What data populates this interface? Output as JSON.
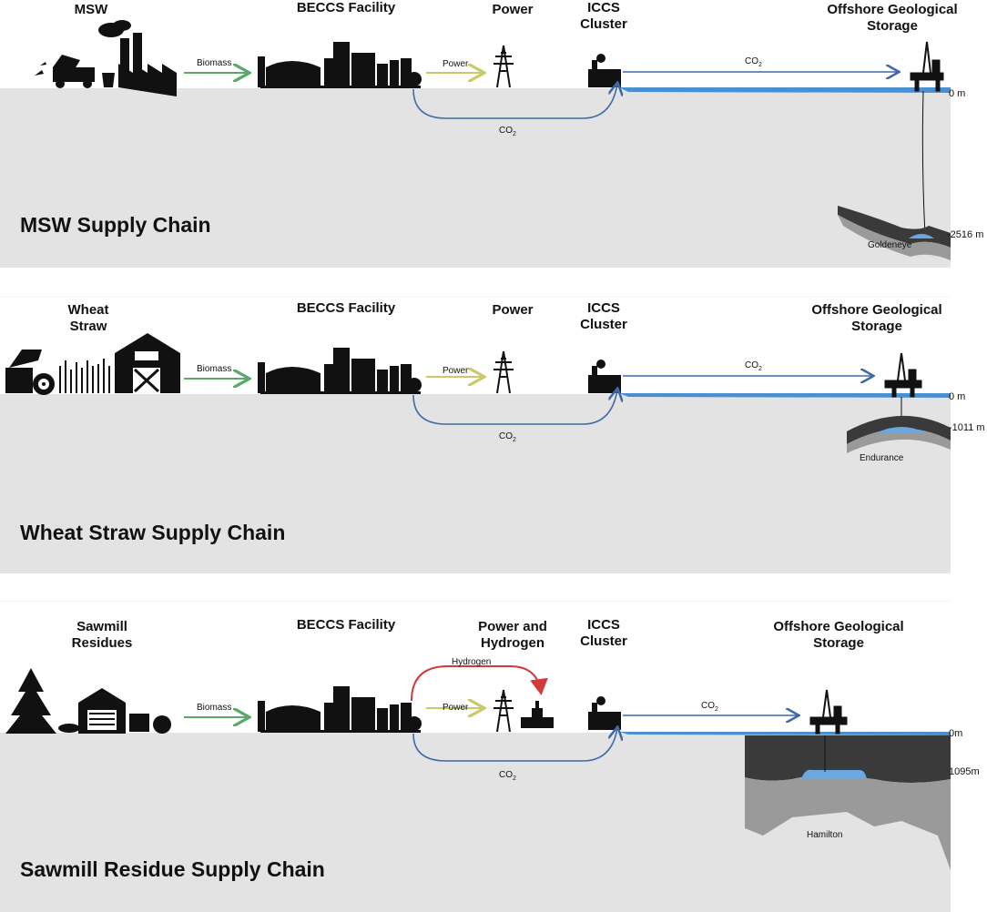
{
  "panels": [
    {
      "id": "msw",
      "source_label": "MSW",
      "beccs_label": "BECCS Facility",
      "output_label": "Power",
      "iccs_label": "ICCS Cluster",
      "storage_label": "Offshore Geological Storage",
      "arrow_biomass": "Biomass",
      "arrow_power": "Power",
      "co2_label": "CO",
      "co2_sub": "2",
      "surface_depth": "0 m",
      "reservoir_depth": "-2516 m",
      "reservoir_name": "Goldeneye",
      "chain_title": "MSW Supply Chain"
    },
    {
      "id": "wheat",
      "source_label": "Wheat Straw",
      "beccs_label": "BECCS Facility",
      "output_label": "Power",
      "iccs_label": "ICCS Cluster",
      "storage_label": "Offshore Geological Storage",
      "arrow_biomass": "Biomass",
      "arrow_power": "Power",
      "co2_label": "CO",
      "co2_sub": "2",
      "surface_depth": "0 m",
      "reservoir_depth": "-1011 m",
      "reservoir_name": "Endurance",
      "chain_title": "Wheat Straw Supply Chain"
    },
    {
      "id": "sawmill",
      "source_label": "Sawmill Residues",
      "beccs_label": "BECCS Facility",
      "output_label": "Power and Hydrogen",
      "iccs_label": "ICCS Cluster",
      "storage_label": "Offshore Geological Storage",
      "arrow_biomass": "Biomass",
      "arrow_power": "Power",
      "arrow_hydrogen": "Hydrogen",
      "co2_label": "CO",
      "co2_sub": "2",
      "surface_depth": "0m",
      "reservoir_depth": "1095m",
      "reservoir_name": "Hamilton",
      "chain_title": "Sawmill Residue Supply Chain"
    }
  ],
  "colors": {
    "ground": "#e4e3e4",
    "sea": "#4a90d0",
    "biomass_arrow": "#5aa86a",
    "power_arrow": "#d7d77a",
    "co2_arrow": "#3e6aa8",
    "hydrogen_arrow": "#d23a3a",
    "rock_dark": "#3a3a3a",
    "rock_light": "#9a9a9a",
    "reservoir": "#6aa8e0"
  }
}
